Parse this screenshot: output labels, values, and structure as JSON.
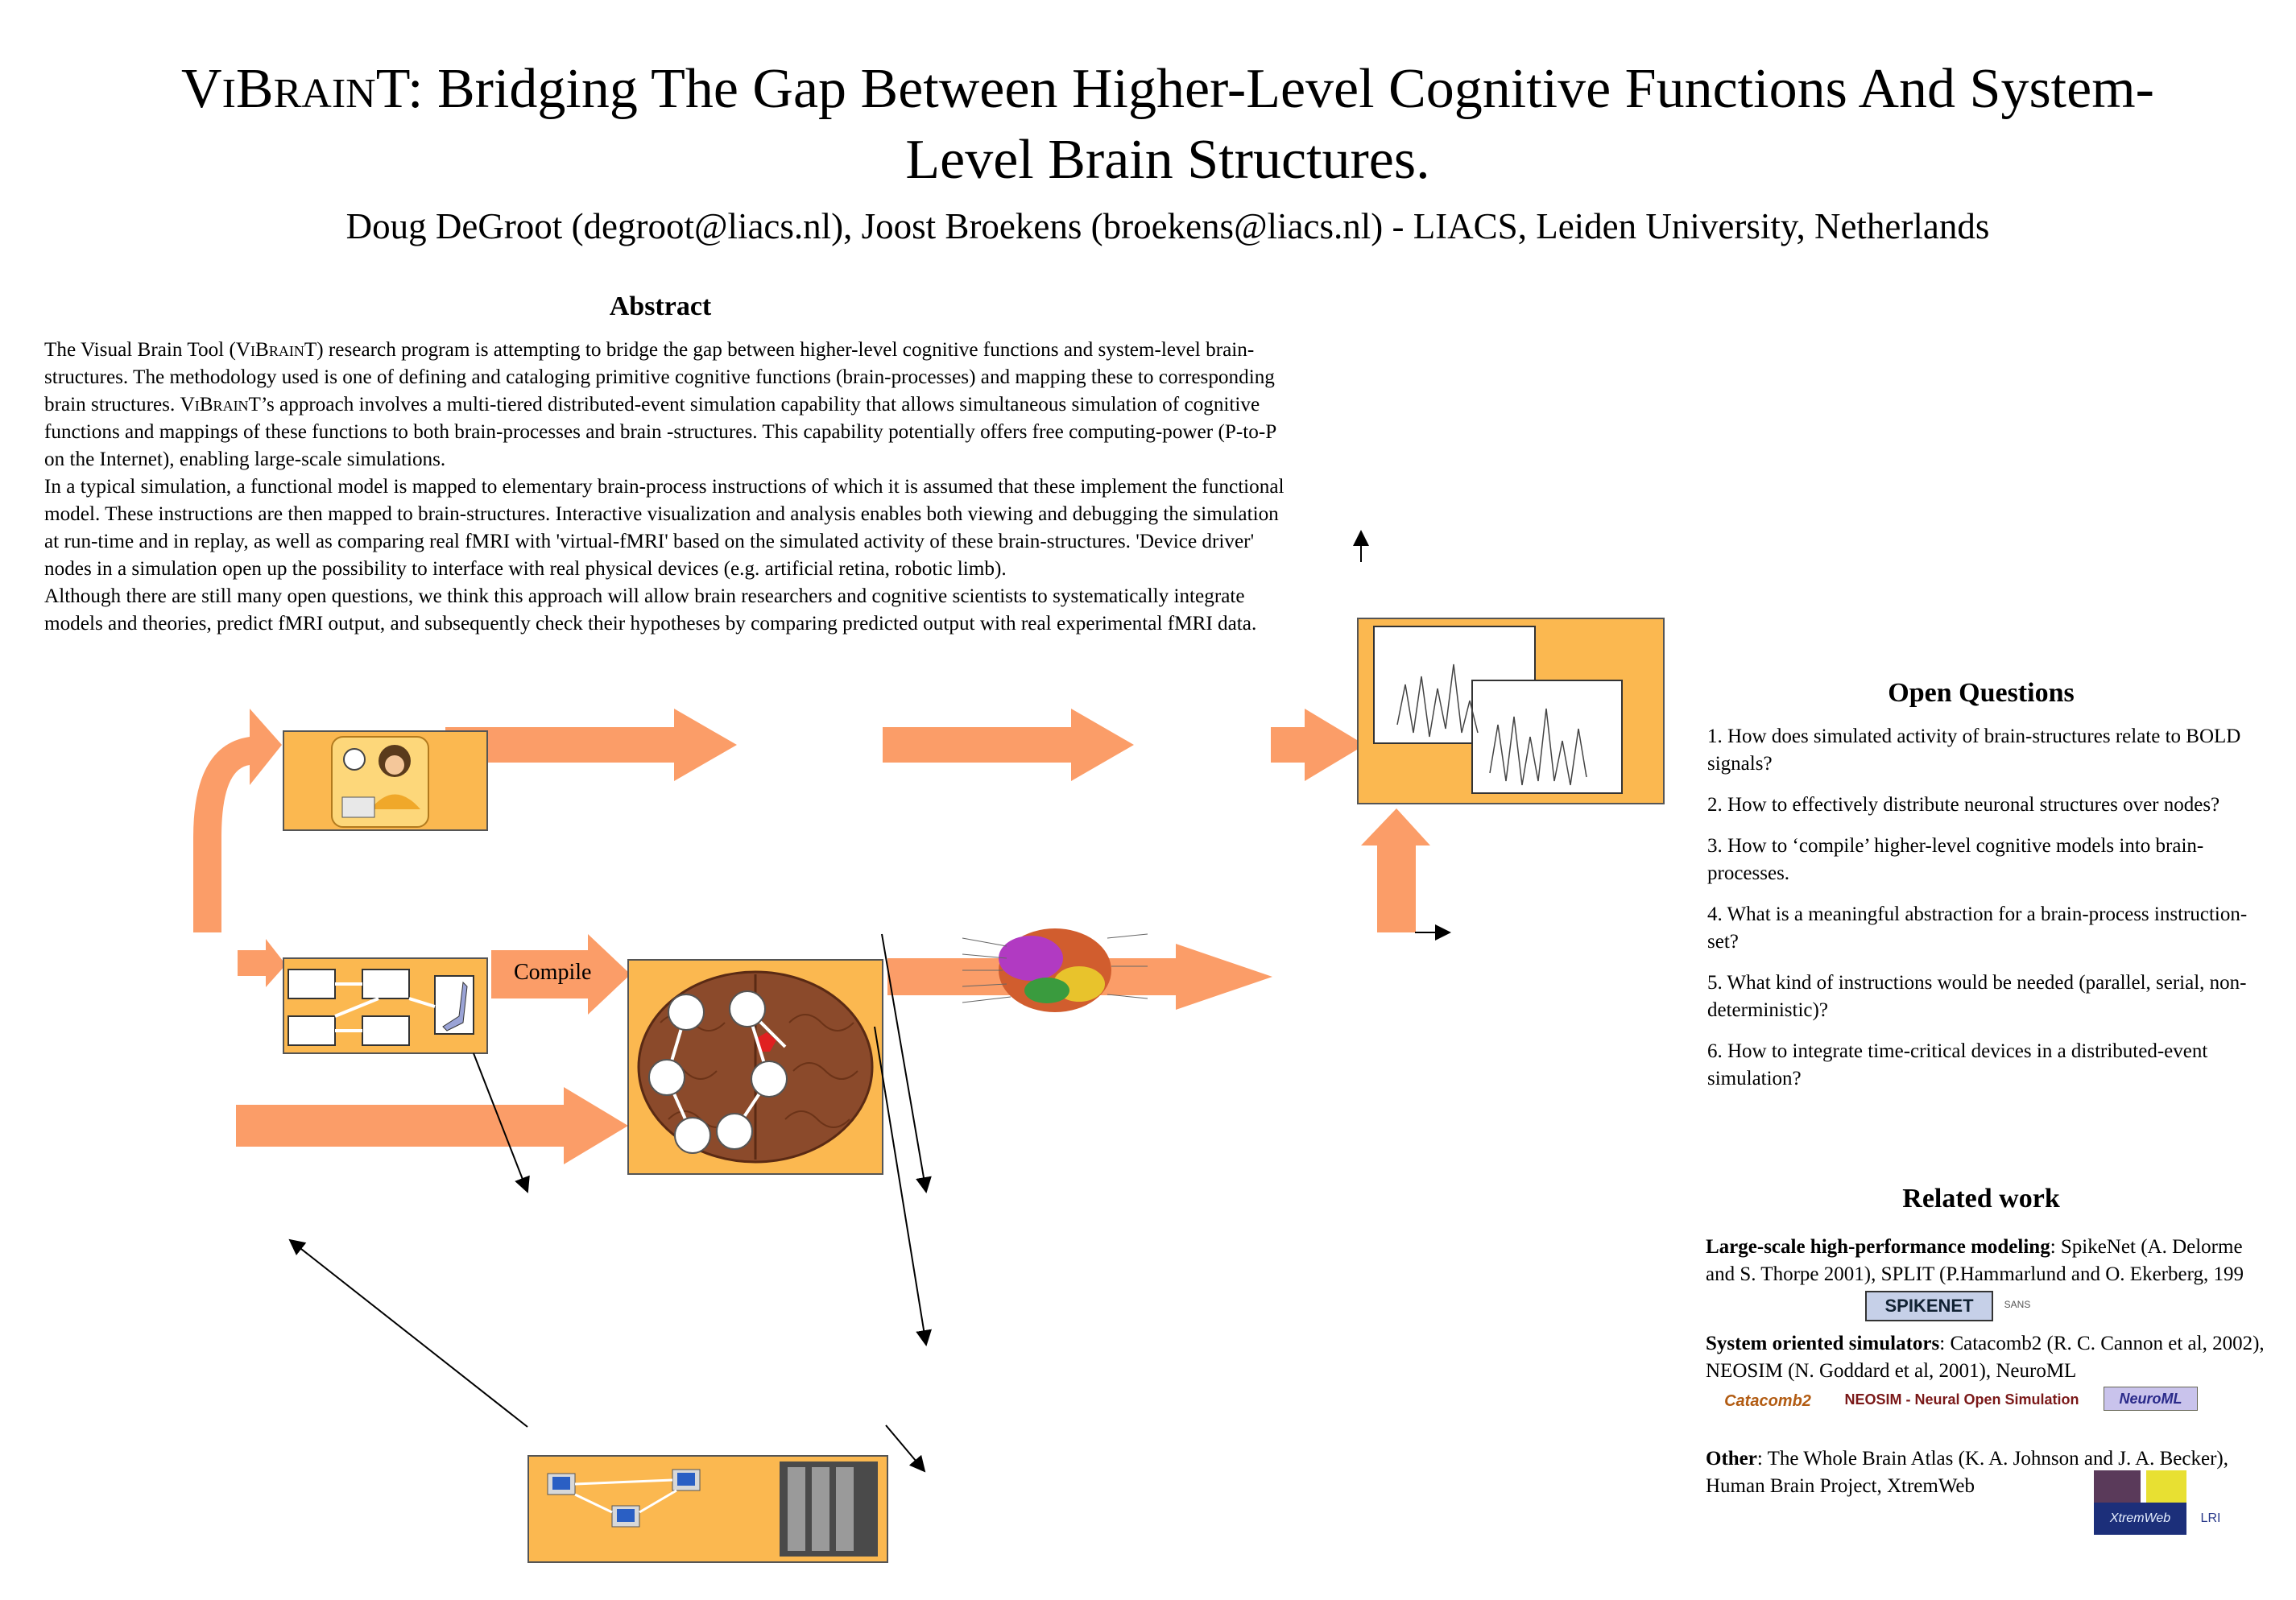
{
  "title": {
    "brand_v": "V",
    "brand_i": "I",
    "brand_b": "B",
    "brand_rain": "RAIN",
    "brand_t": "T",
    "rest": ": Bridging The Gap Between Higher-Level Cognitive Functions And System-Level Brain Structures."
  },
  "authors": "Doug DeGroot (degroot@liacs.nl), Joost Broekens (broekens@liacs.nl) - LIACS, Leiden University, Netherlands",
  "abstract": {
    "heading": "Abstract",
    "p1_a": "The Visual Brain Tool (",
    "p1_brand": "ViBrainT",
    "p1_b": ") research program is attempting to bridge the gap between higher-level cognitive functions and system-level brain-structures. The methodology used is one of defining and cataloging primitive cognitive functions (brain-processes) and mapping these to corresponding brain structures. ",
    "p1_brand2": "ViBrainT",
    "p1_c": "’s approach involves a multi-tiered distributed-event simulation capability that allows simultaneous simulation of cognitive functions and mappings of these functions to both brain-processes and brain -structures. This capability potentially offers free computing-power (P-to-P on the Internet), enabling large-scale simulations.",
    "p2": "In a typical simulation, a functional model is mapped to elementary brain-process instructions of which it is assumed that these implement the functional model. These instructions are then mapped  to brain-structures. Interactive visualization and analysis enables both viewing and debugging the simulation at run-time and in replay, as well as comparing real fMRI with 'virtual-fMRI' based on the simulated activity of these brain-structures. 'Device driver' nodes in a simulation open up the possibility to interface with real physical devices (e.g. artificial retina, robotic limb).",
    "p3": "Although there are still many open questions, we think this approach will allow brain researchers and cognitive scientists to systematically integrate  models and theories, predict fMRI output, and subsequently check their hypotheses by comparing predicted output with real experimental fMRI data."
  },
  "open_questions": {
    "heading": "Open Questions",
    "items": [
      "1. How does simulated activity of brain-structures relate to BOLD signals?",
      "2. How to effectively distribute neuronal structures over nodes?",
      "3. How to ‘compile’ higher-level cognitive models into brain-processes.",
      "4. What is a meaningful abstraction for a brain-process instruction-set?",
      "5. What kind of instructions would be needed (parallel, serial, non-deterministic)?",
      "6. How to integrate time-critical devices in a distributed-event simulation?"
    ]
  },
  "related_work": {
    "heading": "Related work",
    "item1_bold": "Large-scale high-performance modeling",
    "item1_text": ": SpikeNet (A. Delorme and S. Thorpe 2001), SPLIT (P.Hammarlund and O. Ekerberg, 199",
    "item2_bold": "System oriented simulators",
    "item2_text": ": Catacomb2 (R. C. Cannon et al, 2002), NEOSIM (N. Goddard et al, 2001), NeuroML",
    "item3_bold": "Other",
    "item3_text": ": The Whole Brain Atlas (K. A. Johnson and J. A. Becker), Human Brain Project, XtremWeb"
  },
  "logos": {
    "spikenet": "SPIKENET",
    "sans": "SANS",
    "catacomb": "Catacomb2",
    "neosim": "NEOSIM - Neural Open Simulation",
    "neuroml": "NeuroML",
    "xtremweb": "XtremWeb",
    "lri": "LRI"
  },
  "diagram": {
    "compile_label": "Compile"
  },
  "colors": {
    "arrow": "#fb9d68",
    "box": "#fbb850"
  }
}
